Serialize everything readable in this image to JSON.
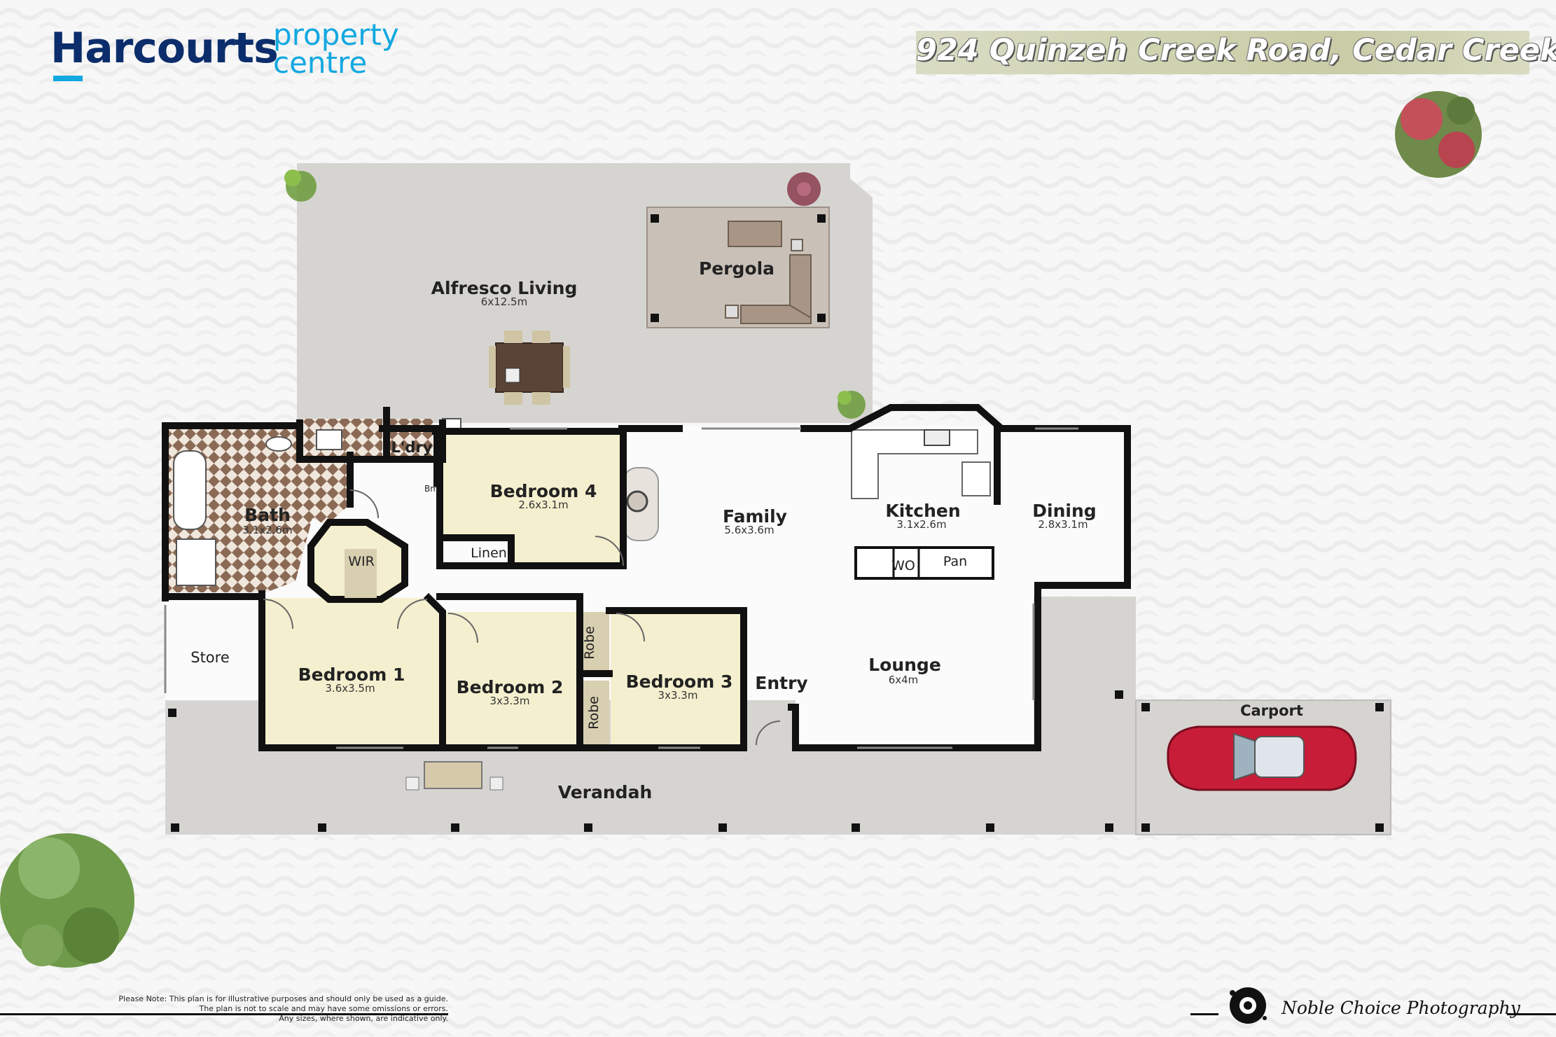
{
  "brand": {
    "name": "Harcourts",
    "sub_line1": "property",
    "sub_line2": "centre",
    "primary_color": "#0b2d6b",
    "accent_color": "#12a8e0"
  },
  "address": "924 Quinzeh Creek Road, Cedar Creek",
  "rooms": {
    "alfresco": {
      "label": "Alfresco Living",
      "dim": "6x12.5m"
    },
    "pergola": {
      "label": "Pergola"
    },
    "laundry": {
      "label": "L'dry"
    },
    "bm": {
      "label": "Bm"
    },
    "bedroom4": {
      "label": "Bedroom 4",
      "dim": "2.6x3.1m"
    },
    "linen": {
      "label": "Linen"
    },
    "bath": {
      "label": "Bath",
      "dim": "3.1x2.6m"
    },
    "wir": {
      "label": "WIR"
    },
    "family": {
      "label": "Family",
      "dim": "5.6x3.6m"
    },
    "kitchen": {
      "label": "Kitchen",
      "dim": "3.1x2.6m"
    },
    "wo": {
      "label": "WO"
    },
    "pan": {
      "label": "Pan"
    },
    "dining": {
      "label": "Dining",
      "dim": "2.8x3.1m"
    },
    "store": {
      "label": "Store"
    },
    "bedroom1": {
      "label": "Bedroom 1",
      "dim": "3.6x3.5m"
    },
    "bedroom2": {
      "label": "Bedroom 2",
      "dim": "3x3.3m"
    },
    "robe_upper": {
      "label": "Robe"
    },
    "robe_lower": {
      "label": "Robe"
    },
    "bedroom3": {
      "label": "Bedroom 3",
      "dim": "3x3.3m"
    },
    "entry": {
      "label": "Entry"
    },
    "lounge": {
      "label": "Lounge",
      "dim": "6x4m"
    },
    "carport": {
      "label": "Carport"
    },
    "verandah": {
      "label": "Verandah"
    }
  },
  "disclaimer": [
    "Please Note: This plan is for illustrative purposes and should only be used as a guide.",
    "The plan is not to scale and may have some omissions or errors.",
    "Any sizes, where shown, are indicative only."
  ],
  "credit": "Noble Choice Photography",
  "colors": {
    "wall": "#111111",
    "bedroom_fill": "#f4f0cf",
    "outdoor_fill": "#d6d4d1",
    "store_fill": "#d9d9d9",
    "tile_a": "#8b6a55",
    "tile_b": "#efe6dc",
    "car": "#c81d38"
  }
}
